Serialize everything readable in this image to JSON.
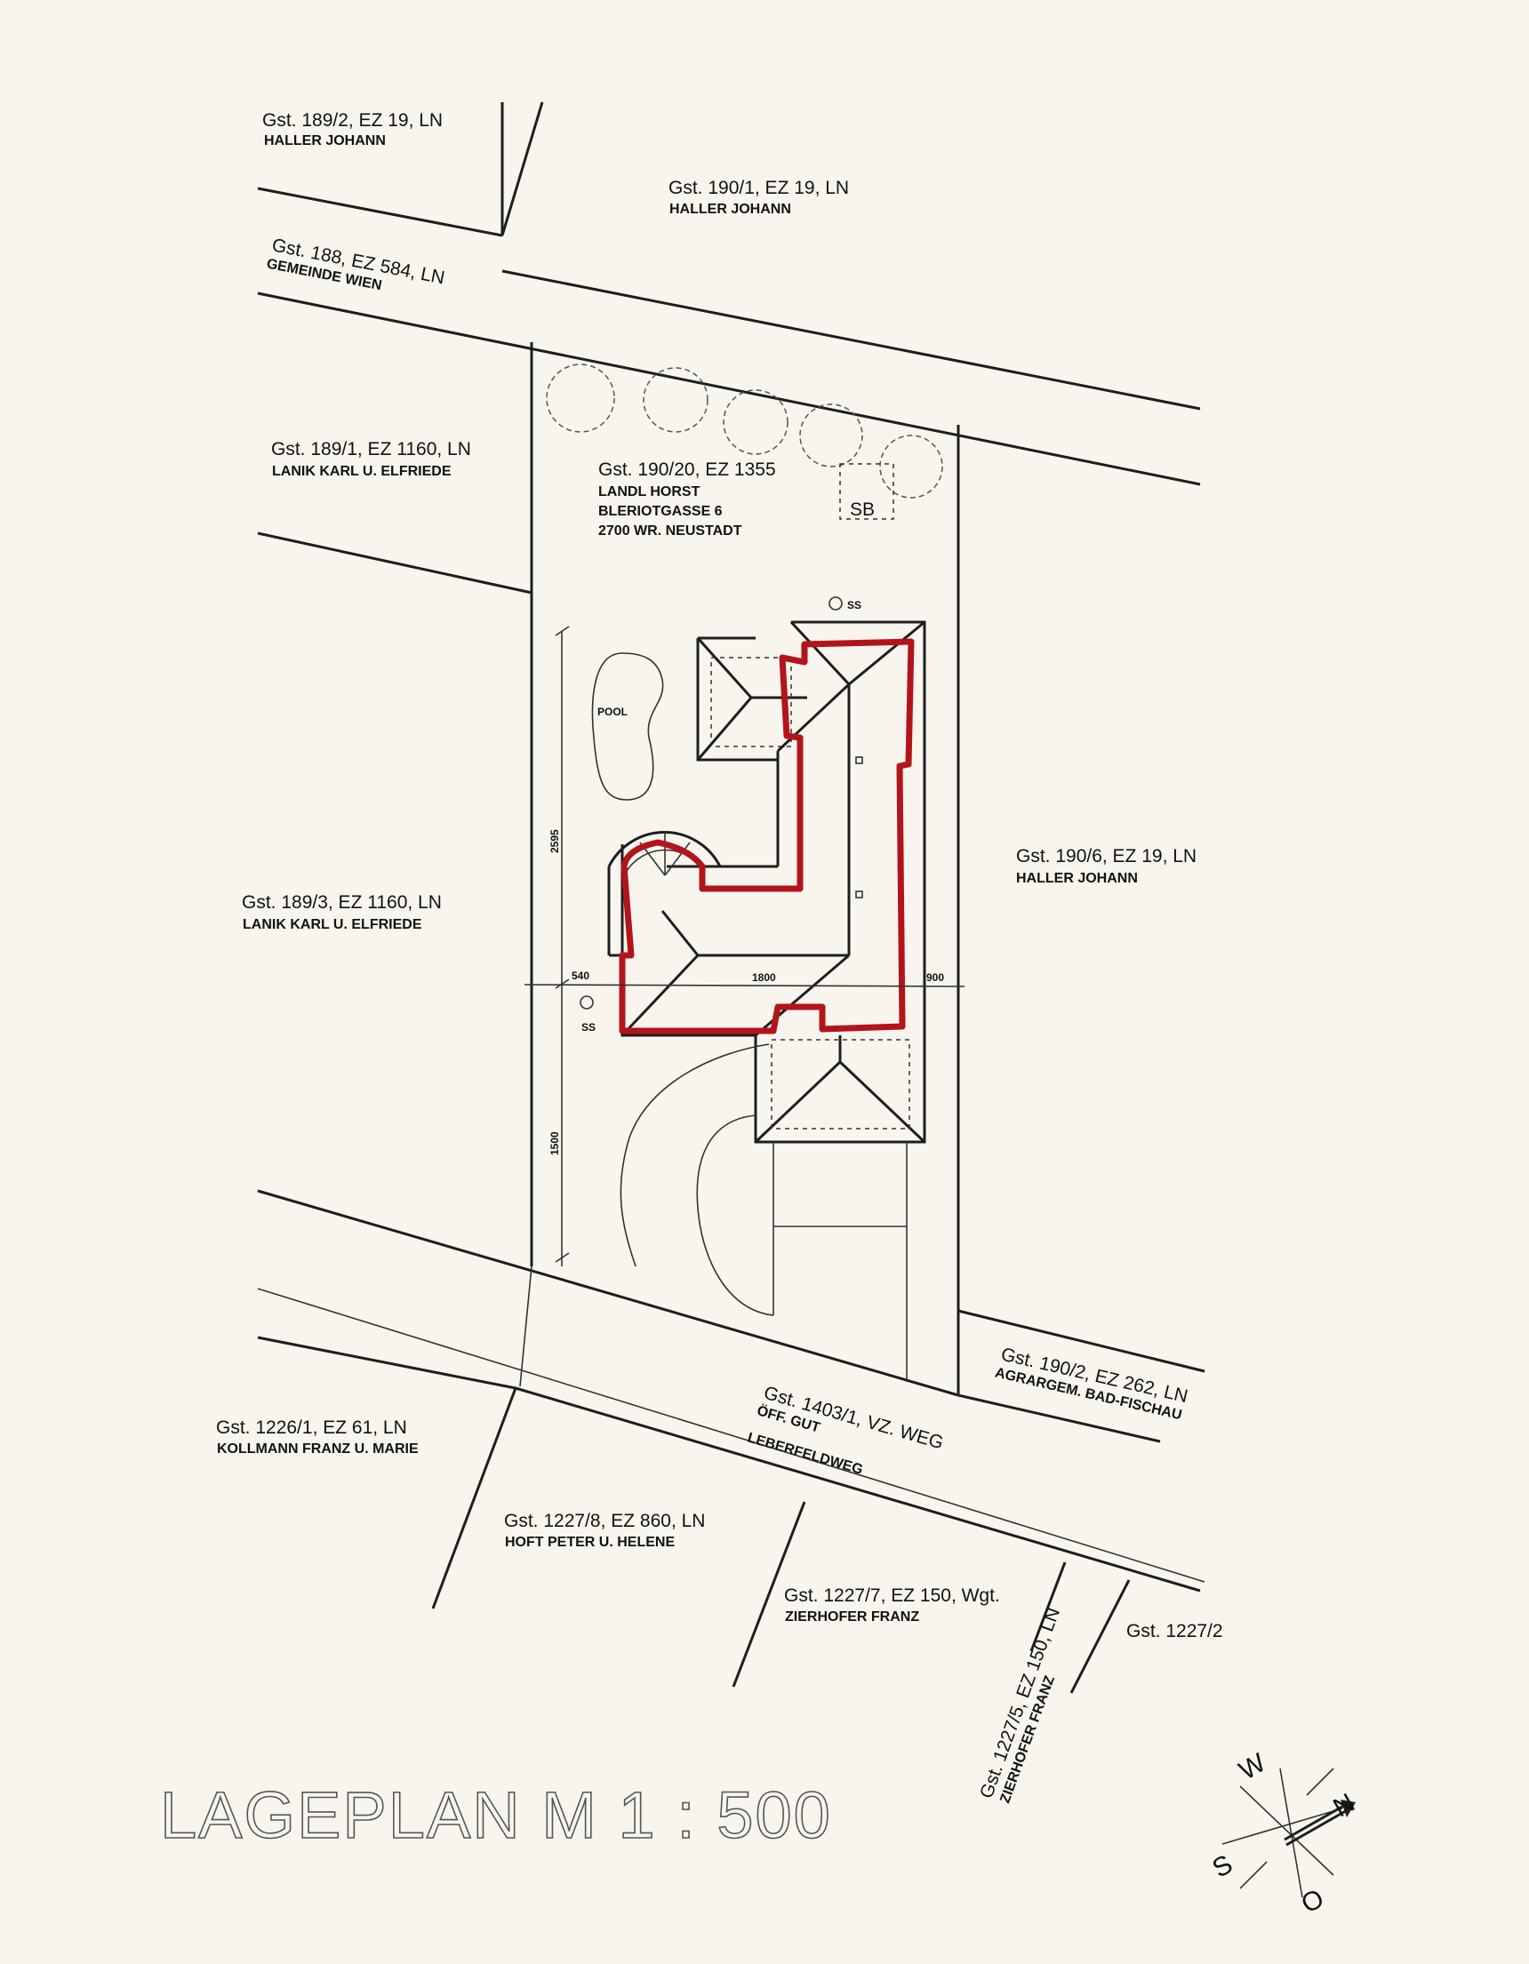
{
  "title": "LAGEPLAN M 1 : 500",
  "parcels": {
    "p189_2": {
      "line1": "Gst. 189/2, EZ 19, LN",
      "line2": "HALLER JOHANN"
    },
    "p190_1": {
      "line1": "Gst. 190/1, EZ 19, LN",
      "line2": "HALLER JOHANN"
    },
    "p188": {
      "line1": "Gst. 188, EZ 584, LN",
      "line2": "GEMEINDE WIEN"
    },
    "p189_1": {
      "line1": "Gst. 189/1, EZ 1160, LN",
      "line2": "LANIK KARL U. ELFRIEDE"
    },
    "p190_20": {
      "line1": "Gst. 190/20, EZ 1355",
      "line2": "LANDL HORST",
      "line3": "BLERIOTGASSE 6",
      "line4": "2700 WR. NEUSTADT"
    },
    "p190_6": {
      "line1": "Gst. 190/6, EZ 19, LN",
      "line2": "HALLER JOHANN"
    },
    "p189_3": {
      "line1": "Gst. 189/3, EZ 1160, LN",
      "line2": "LANIK KARL U. ELFRIEDE"
    },
    "p190_2": {
      "line1": "Gst. 190/2, EZ 262, LN",
      "line2": "AGRARGEM. BAD-FISCHAU"
    },
    "p1403_1": {
      "line1": "Gst. 1403/1, VZ. WEG",
      "line2": "ÖFF. GUT",
      "line3": "LEBERFELDWEG"
    },
    "p1226_1": {
      "line1": "Gst. 1226/1, EZ 61, LN",
      "line2": "KOLLMANN FRANZ U. MARIE"
    },
    "p1227_8": {
      "line1": "Gst. 1227/8, EZ 860, LN",
      "line2": "HOFT PETER U. HELENE"
    },
    "p1227_7": {
      "line1": "Gst. 1227/7, EZ 150, Wgt.",
      "line2": "ZIERHOFER FRANZ"
    },
    "p1227_5": {
      "line1": "Gst. 1227/5, EZ 150, LN",
      "line2": "ZIERHOFER FRANZ"
    },
    "p1227_2": {
      "line1": "Gst. 1227/2"
    }
  },
  "features": {
    "pool": "POOL",
    "sb": "SB",
    "ss_top": "SS",
    "ss_left": "SS"
  },
  "dimensions": {
    "vertical_upper": "2595",
    "vertical_lower": "1500",
    "horiz_left": "540",
    "horiz_mid": "1800",
    "horiz_right": "900"
  },
  "compass": {
    "north": "N",
    "south": "S",
    "west": "W",
    "east": "O"
  },
  "colors": {
    "paper": "#f7f5ee",
    "ink": "#1e1e1e",
    "highlight": "#b3141b"
  }
}
